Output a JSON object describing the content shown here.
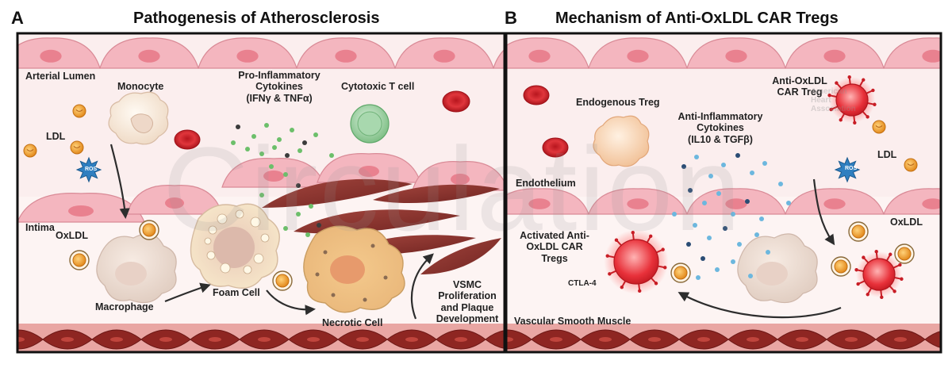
{
  "panels": [
    {
      "letter": "A",
      "title": "Pathogenesis of Atherosclerosis"
    },
    {
      "letter": "B",
      "title": "Mechanism of Anti-OxLDL CAR Tregs"
    }
  ],
  "labels_a": {
    "lumen": "Arterial Lumen",
    "monocyte": "Monocyte",
    "cytokines": [
      "Pro-Inflammatory",
      "Cytokines",
      "(IFNγ & TNFα)"
    ],
    "cytotoxic": "Cytotoxic T cell",
    "ldl": "LDL",
    "ros": "ROS",
    "intima": "Intima",
    "oxldl": "OxLDL",
    "macrophage": "Macrophage",
    "foam": "Foam Cell",
    "necrotic": "Necrotic Cell",
    "vsmc": [
      "VSMC",
      "Proliferation",
      "and Plaque",
      "Development"
    ]
  },
  "labels_b": {
    "endogenous": "Endogenous Treg",
    "car_treg": [
      "Anti-OxLDL",
      "CAR Treg"
    ],
    "anti_cyt": [
      "Anti-Inflammatory",
      "Cytokines",
      "(IL10 & TGFβ)"
    ],
    "ldl": "LDL",
    "ros": "ROS",
    "endothelium": "Endothelium",
    "oxldl": "OxLDL",
    "activated": [
      "Activated Anti-",
      "OxLDL CAR",
      "Tregs"
    ],
    "ctla4": "CTLA-4",
    "vsm": "Vascular Smooth Muscle"
  },
  "watermarks": {
    "journal": "Circulation",
    "aha": [
      "American",
      "Heart",
      "Association"
    ]
  },
  "colors": {
    "lumen_bg": "#fbecec",
    "endothelial_cell": "#f4b6bf",
    "endothelial_nucleus": "#e9818f",
    "smooth_muscle": "#8e2622",
    "rbc": "#d9262d",
    "treg_active": "#e8313a",
    "ldl": "#e8962a",
    "ros": "#2f7fc0",
    "cytokine_pro": "#6cbf6a",
    "cytokine_anti": "#6cb7de",
    "arrow": "#2d2d2d"
  }
}
